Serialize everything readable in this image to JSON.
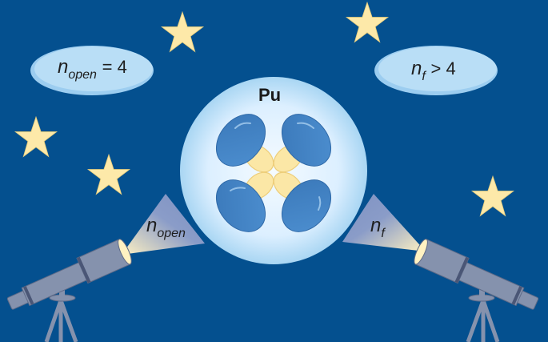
{
  "diagram": {
    "nucleus": {
      "label": "Pu"
    },
    "left_bubble": {
      "symbol": "n",
      "subscript": "open",
      "relation": "= 4"
    },
    "right_bubble": {
      "symbol": "n",
      "subscript": "f",
      "relation": "> 4"
    },
    "left_beam": {
      "symbol": "n",
      "subscript": "open"
    },
    "right_beam": {
      "symbol": "n",
      "subscript": "f"
    },
    "colors": {
      "background": "#04508f",
      "bubble": "#b6dcf5",
      "star": "#fde9a9",
      "lobe": "#3f82c4",
      "core": "#fbe7a6",
      "telescope": "#8592ad",
      "beam": "#8a9cc8"
    }
  }
}
